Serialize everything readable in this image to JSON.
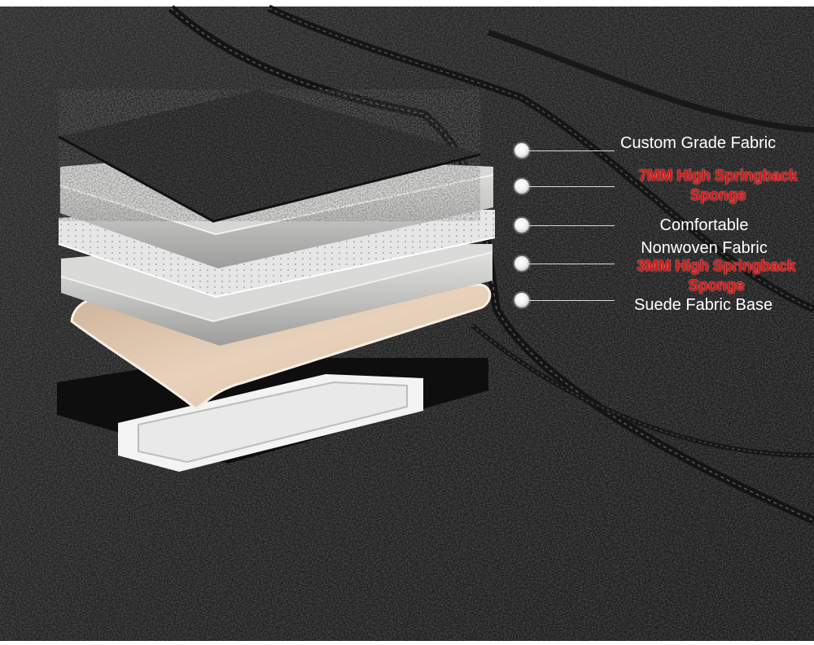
{
  "layers": [
    {
      "label_lines": [
        "Custom Grade Fabric"
      ],
      "color": "#ffffff"
    },
    {
      "label_lines": [
        "7MM High Springback",
        "Sponge"
      ],
      "color": "#d21616"
    },
    {
      "label_lines": [
        "Comfortable",
        "Nonwoven Fabric"
      ],
      "color": "#ffffff"
    },
    {
      "label_lines": [
        "3MM High Springback",
        "Sponge"
      ],
      "color": "#d21616"
    },
    {
      "label_lines": [
        "Suede Fabric Base"
      ],
      "color": "#ffffff"
    }
  ],
  "colors": {
    "leather": "#2a2a2a",
    "foam": "#c9c9c7",
    "suede": "#e4cbb0"
  }
}
